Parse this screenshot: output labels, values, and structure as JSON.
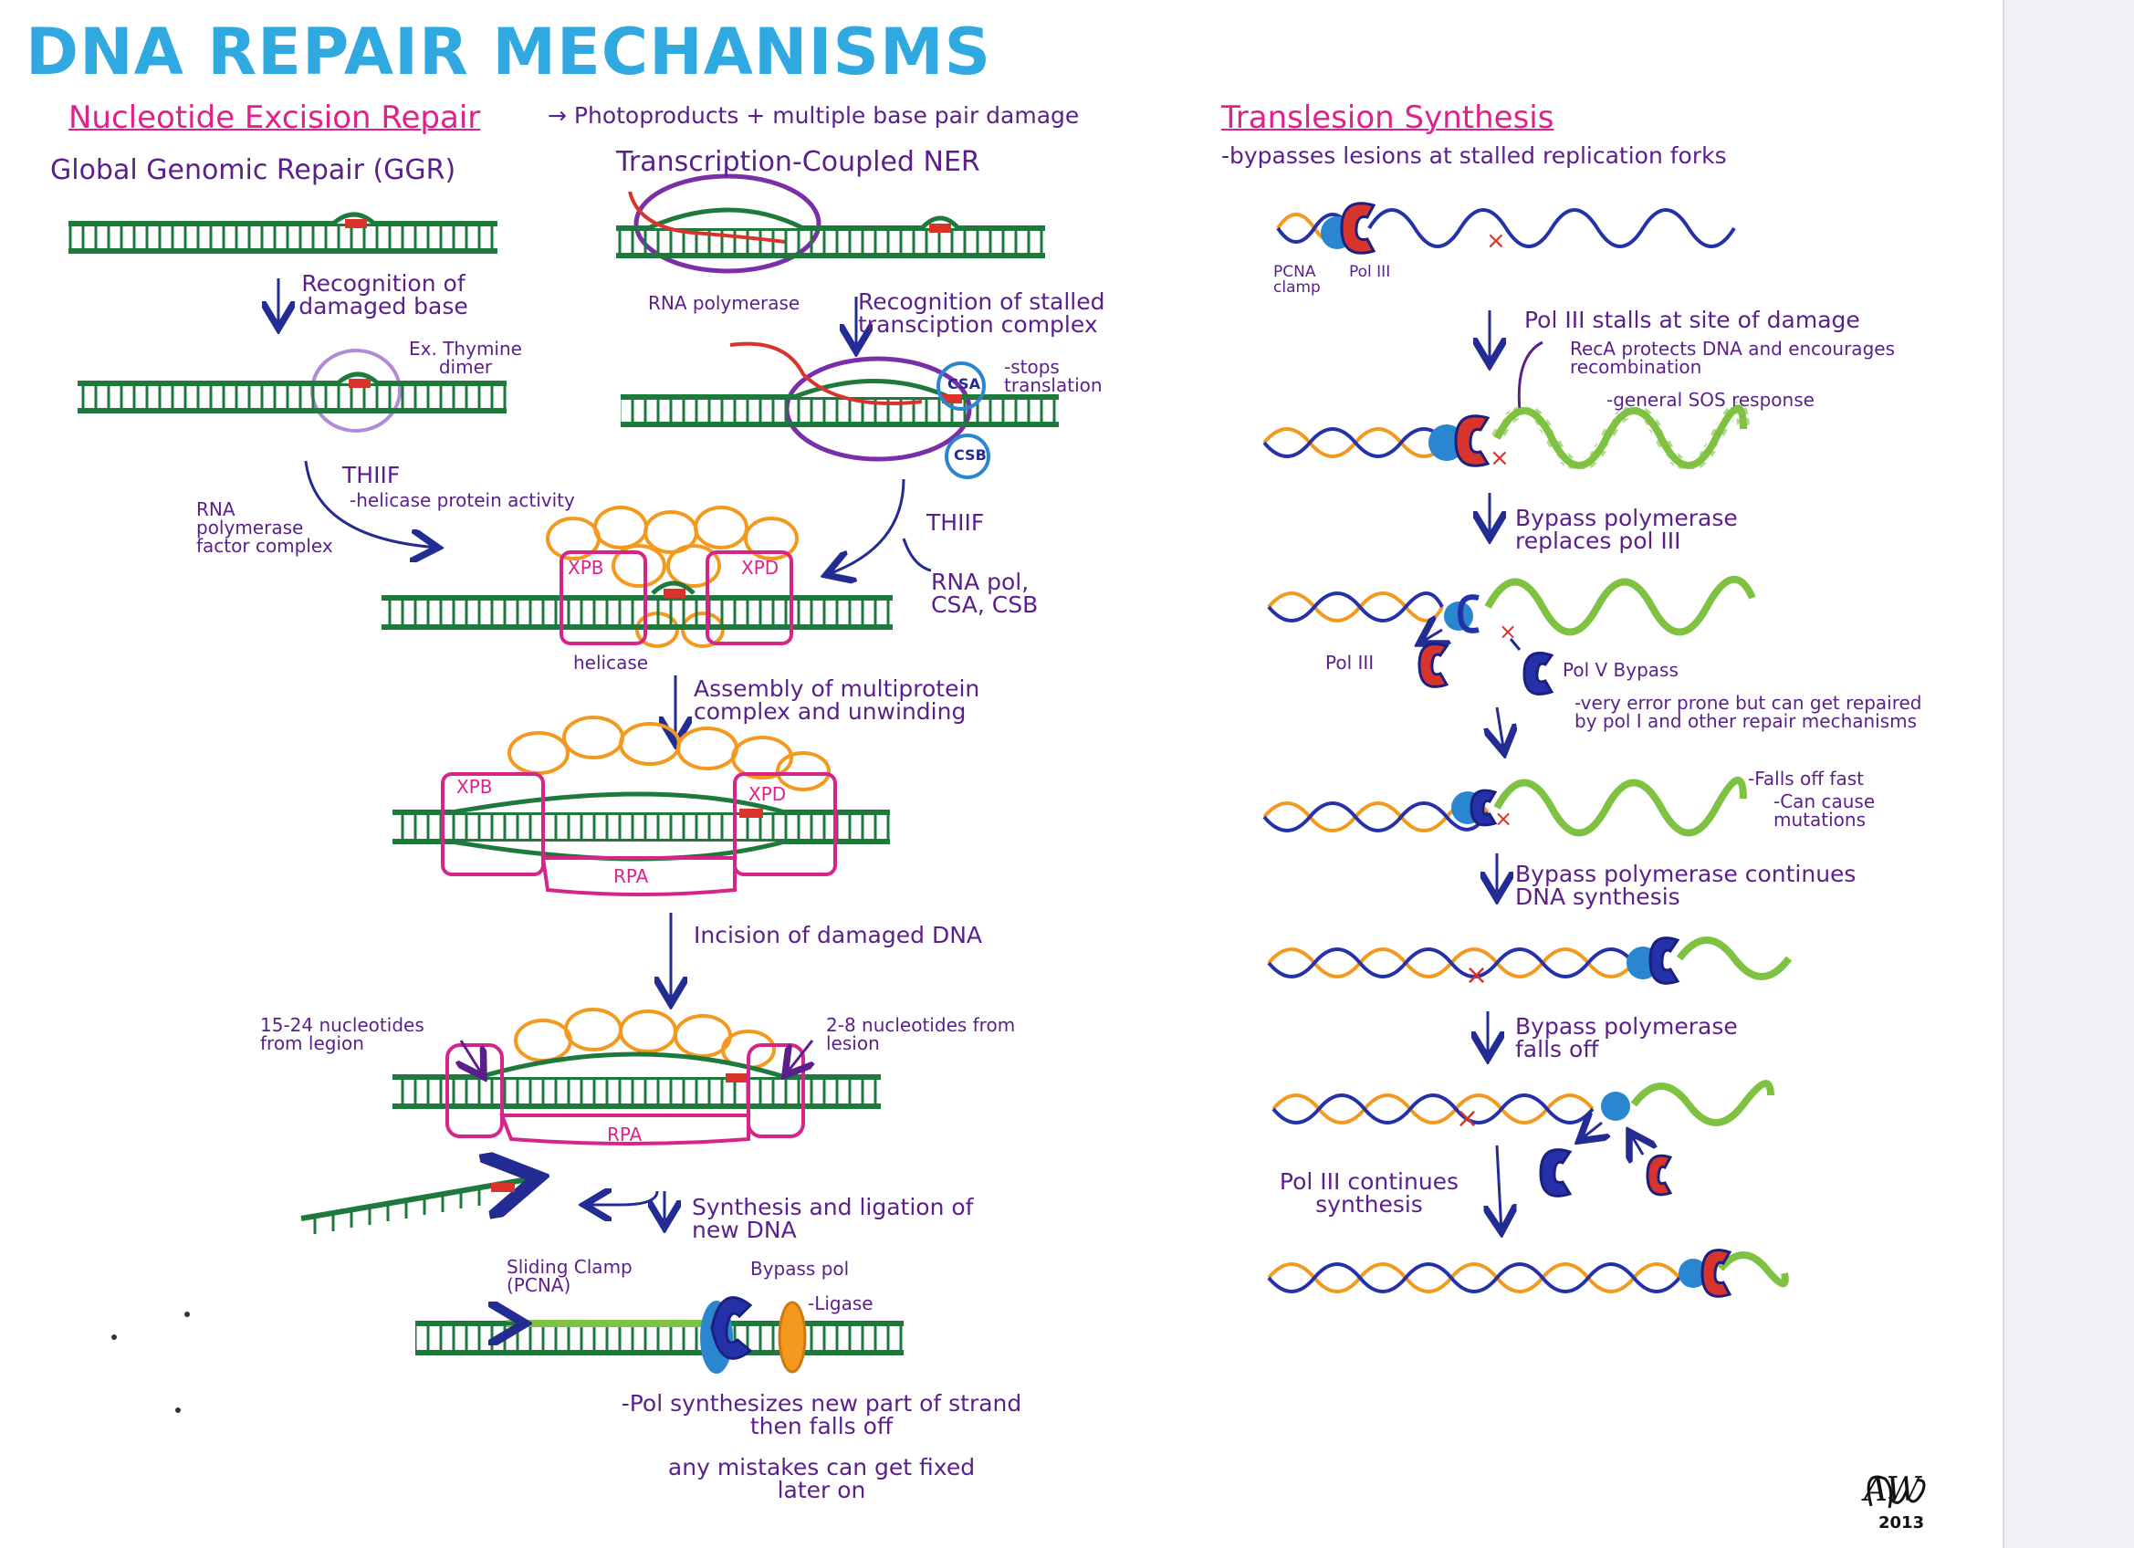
{
  "title": "DNA REPAIR MECHANISMS",
  "ner": {
    "heading": "Nucleotide Excision Repair",
    "heading_note": "→ Photoproducts + multiple base pair damage",
    "ggr": {
      "title": "Global Genomic Repair (GGR)",
      "step1": "Recognition of damaged base",
      "example": "Ex. Thymine dimer",
      "factor_label": "RNA polymerase factor complex",
      "thiif": "THIIF",
      "thiif_note": "-helicase protein activity"
    },
    "tcner": {
      "title": "Transcription-Coupled NER",
      "rnapol": "RNA polymerase",
      "step1": "Recognition of stalled transciption complex",
      "stops": "-stops translation",
      "csa": "CSA",
      "csb": "CSB",
      "thiif": "THIIF",
      "removed": "RNA pol, CSA, CSB"
    },
    "helicase": "helicase",
    "xpb": "XPB",
    "xpd": "XPD",
    "rpa": "RPA",
    "step_assembly": "Assembly of multiprotein complex and unwinding",
    "step_incision": "Incision of damaged DNA",
    "nt_left": "15-24 nucleotides from legion",
    "nt_right": "2-8 nucleotides from lesion",
    "step_synthesis": "Synthesis and ligation of new DNA",
    "sliding_clamp": "Sliding Clamp (PCNA)",
    "bypass_pol": "Bypass pol",
    "ligase": "-Ligase",
    "note": "-Pol synthesizes new part of strand then falls off",
    "note2": "any mistakes can get fixed later on"
  },
  "tls": {
    "heading": "Translesion Synthesis",
    "subtitle": "-bypasses lesions at stalled replication forks",
    "pcna": "PCNA clamp",
    "pol3": "Pol III",
    "step1": "Pol III stalls at site of damage",
    "reca": "RecA protects DNA and encourages recombination",
    "sos": "-general SOS response",
    "step2": "Bypass polymerase replaces pol III",
    "pol3_label": "Pol III",
    "polv": "Pol V Bypass",
    "polv_note1": "-very error prone but can get repaired by pol I and other repair mechanisms",
    "polv_note2": "-Falls off fast",
    "polv_note3": "-Can cause mutations",
    "step3": "Bypass polymerase continues DNA synthesis",
    "step4": "Bypass polymerase falls off",
    "step5": "Pol III continues synthesis"
  },
  "signature": "AW",
  "signature_year": "2013",
  "colors": {
    "title": "#2fa9e0",
    "heading": "#e0218a",
    "annotation": "#5b1f8c",
    "arrow": "#232c92",
    "dna": "#1e7a3c",
    "lesion": "#d8342c",
    "new_strand": "#7fc241",
    "orange_strand": "#f39a1e",
    "protein": "#d6248b",
    "pcna": "#2a86cf"
  }
}
